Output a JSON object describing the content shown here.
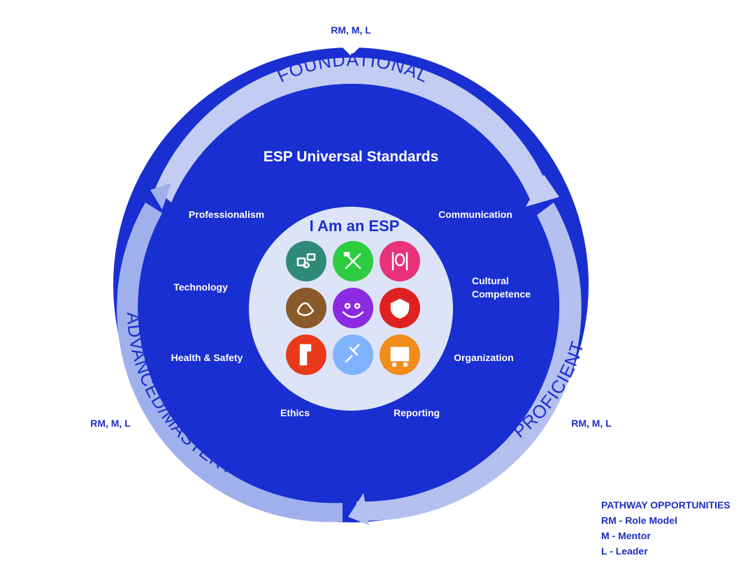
{
  "diagram": {
    "top_marker": "RM, M, L",
    "left_marker": "RM, M, L",
    "right_marker": "RM, M, L",
    "ring": {
      "foundational": "FOUNDATIONAL",
      "proficient": "PROFICIENT",
      "advanced": "ADVANCED/MASTERY"
    },
    "universal_title": "ESP Universal Standards",
    "standards": {
      "professionalism": "Professionalism",
      "communication": "Communication",
      "technology": "Technology",
      "cultural_1": "Cultural",
      "cultural_2": "Competence",
      "health_safety": "Health & Safety",
      "organization": "Organization",
      "ethics": "Ethics",
      "reporting": "Reporting"
    },
    "center_title": "I Am an ESP",
    "icons": [
      {
        "name": "clerical-services-icon",
        "color": "#2e8b7a"
      },
      {
        "name": "custodial-maintenance-icon",
        "color": "#2ecc40"
      },
      {
        "name": "food-services-icon",
        "color": "#e8337a"
      },
      {
        "name": "paraeducator-icon",
        "color": "#8b5a2b"
      },
      {
        "name": "health-student-services-icon",
        "color": "#8a2be2"
      },
      {
        "name": "security-services-icon",
        "color": "#e02020"
      },
      {
        "name": "skilled-trades-icon",
        "color": "#e83a1a"
      },
      {
        "name": "technical-services-icon",
        "color": "#7fb3ff"
      },
      {
        "name": "transportation-icon",
        "color": "#f28c1a"
      }
    ]
  },
  "legend": {
    "title": "PATHWAY OPPORTUNITIES",
    "items": [
      "RM - Role Model",
      "M - Mentor",
      "L - Leader"
    ]
  },
  "colors": {
    "outer": "#1a2fd1",
    "ring_light": "#c3ccf2",
    "ring_mid": "#9fb0ec",
    "center": "#dde4f7",
    "text_dark": "#1b2fc4",
    "white": "#ffffff"
  }
}
